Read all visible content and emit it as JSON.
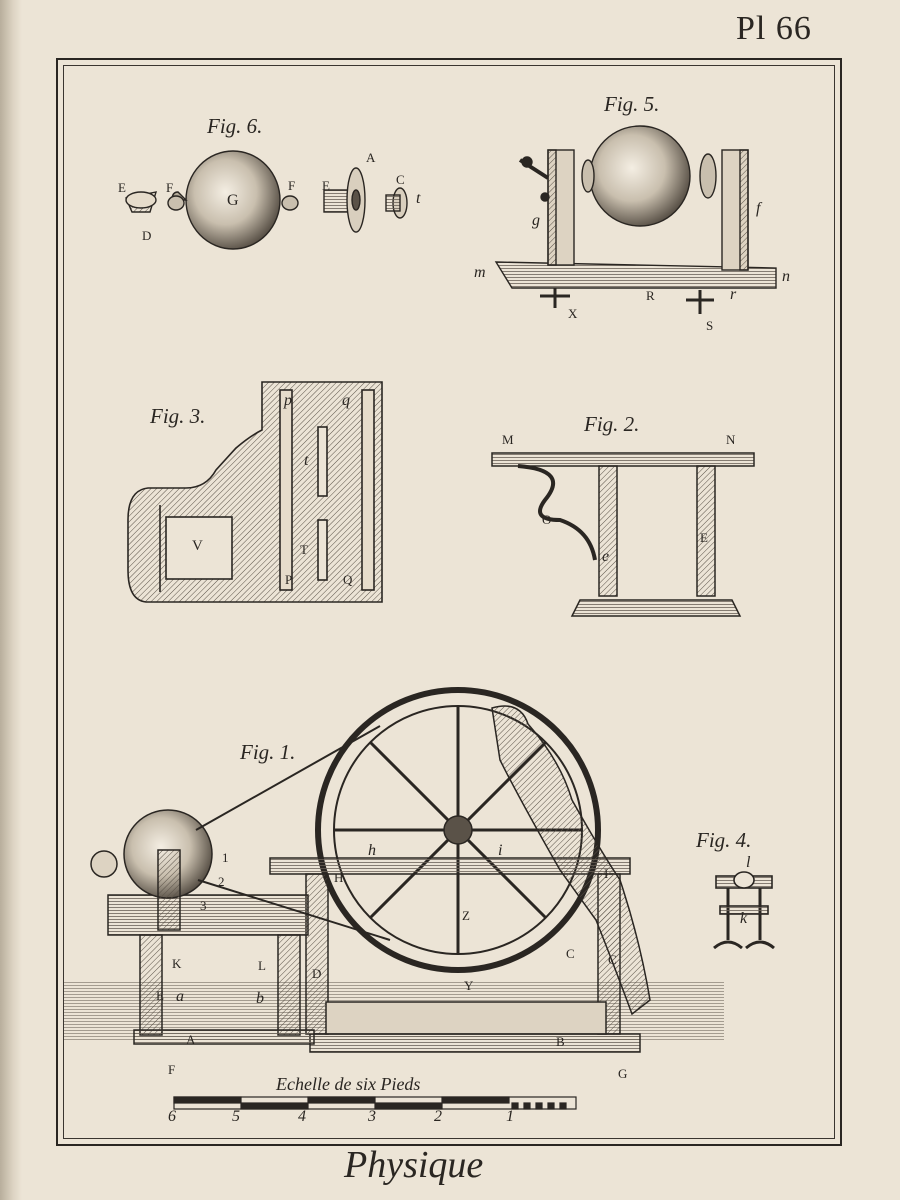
{
  "plate": {
    "number": "Pl 66",
    "title": "Physique"
  },
  "figures": {
    "fig6": {
      "label": "Fig. 6.",
      "letters": [
        "E",
        "D",
        "F",
        "G",
        "F",
        "E",
        "A",
        "C",
        "t"
      ]
    },
    "fig5": {
      "label": "Fig. 5.",
      "letters": [
        "g",
        "f",
        "m",
        "n",
        "X",
        "R",
        "r",
        "S"
      ]
    },
    "fig3": {
      "label": "Fig. 3.",
      "letters": [
        "p",
        "q",
        "t",
        "V",
        "T",
        "P",
        "Q"
      ]
    },
    "fig2": {
      "label": "Fig. 2.",
      "letters": [
        "M",
        "N",
        "O",
        "e",
        "E"
      ]
    },
    "fig1": {
      "label": "Fig. 1.",
      "letters": [
        "1",
        "2",
        "3",
        "h",
        "i",
        "H",
        "I",
        "Z",
        "K",
        "L",
        "D",
        "E",
        "a",
        "b",
        "Y",
        "C",
        "C",
        "A",
        "B",
        "F",
        "G"
      ]
    },
    "fig4": {
      "label": "Fig. 4.",
      "letters": [
        "l",
        "k"
      ]
    }
  },
  "scale": {
    "caption": "Echelle de six Pieds",
    "ticks": [
      "6",
      "5",
      "4",
      "3",
      "2",
      "1"
    ]
  },
  "colors": {
    "ink": "#2a2622",
    "paper": "#ece4d6"
  }
}
